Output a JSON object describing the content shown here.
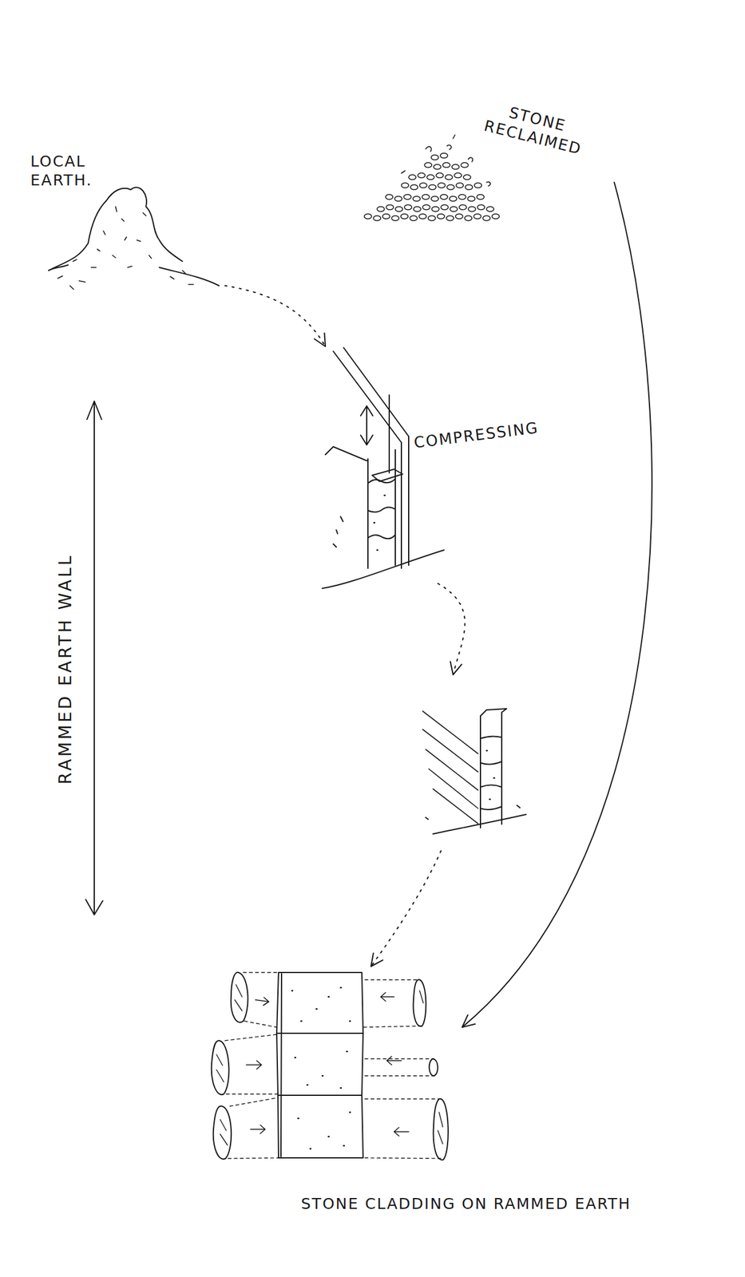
{
  "diagram": {
    "nodes": [
      {
        "text": [
          "LOCAL EARTH."
        ]
      },
      {
        "text": [
          "STONE RECLAIMED"
        ]
      },
      {
        "text": [
          "COMPRESSING"
        ]
      },
      {
        "text": [
          "STONE CLADDING ON RAMMED EARTH"
        ]
      }
    ],
    "edges": [
      {
        "from": 0,
        "to": 2,
        "arrow": "to"
      },
      {
        "from": 2,
        "to": 3,
        "arrow": "to"
      },
      {
        "from": 1,
        "to": 3,
        "arrow": "to"
      }
    ],
    "labels": [
      "RAMMED EARTH WALL"
    ]
  }
}
